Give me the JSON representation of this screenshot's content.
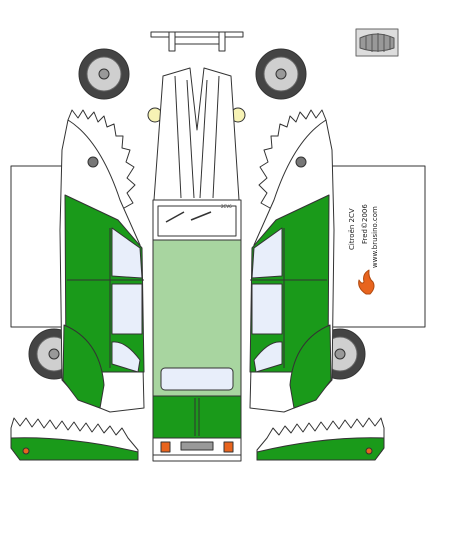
{
  "template": {
    "model_name": "Citroën 2CV",
    "author_credit": "Fred©2006",
    "website": "www.brusino.com",
    "hood_label": "2CV6"
  },
  "colors": {
    "body_green": "#1a9a1a",
    "roof_green": "#a8d5a0",
    "window_blue": "#e8eefa",
    "outline": "#333333",
    "headlight_yellow": "#f7f3b5",
    "taillight_orange": "#e8641e",
    "tire_dark": "#444444",
    "hubcap_grey": "#cfcfcf"
  },
  "icons": [
    "flame-logo-icon",
    "front-grille-icon",
    "wheel-icon",
    "headlight-icon",
    "windshield-wiper-icon"
  ]
}
